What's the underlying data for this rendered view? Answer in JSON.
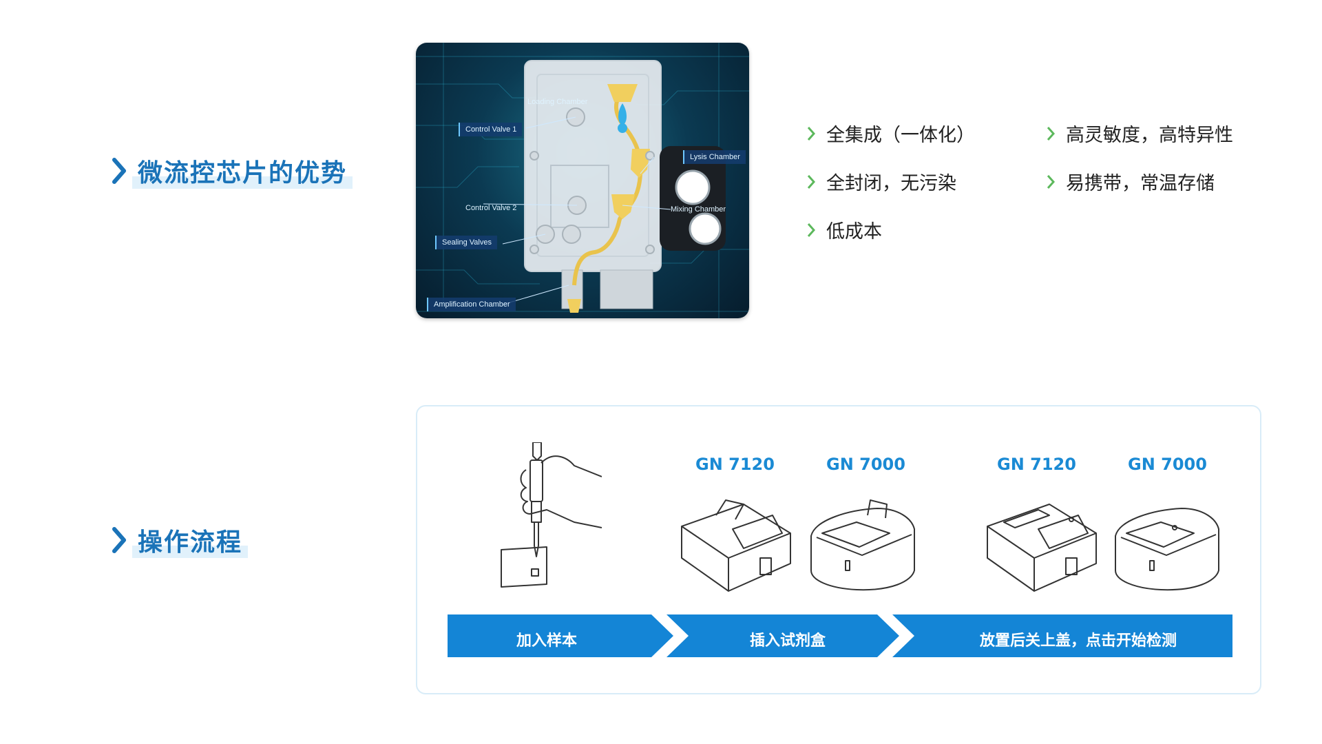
{
  "sections": {
    "advantages_title": "微流控芯片的优势",
    "process_title": "操作流程"
  },
  "chip_labels": {
    "loading": "Loading Chamber",
    "control_valve_1": "Control Valve 1",
    "lysis": "Lysis Chamber",
    "control_valve_2": "Control Valve 2",
    "mixing": "Mixing Chamber",
    "sealing": "Sealing Valves",
    "amplification": "Amplification Chamber"
  },
  "advantages": [
    "全集成（一体化）",
    "高灵敏度，高特异性",
    "全封闭，无污染",
    "易携带，常温存储",
    "低成本"
  ],
  "devices": {
    "model_1": "GN 7120",
    "model_2": "GN 7000",
    "model_3": "GN 7120",
    "model_4": "GN 7000"
  },
  "steps": [
    "加入样本",
    "插入试剂盒",
    "放置后关上盖，点击开始检测"
  ],
  "colors": {
    "accent_blue": "#1a73b8",
    "step_blue": "#1485d6",
    "check_green": "#5cb85c"
  }
}
